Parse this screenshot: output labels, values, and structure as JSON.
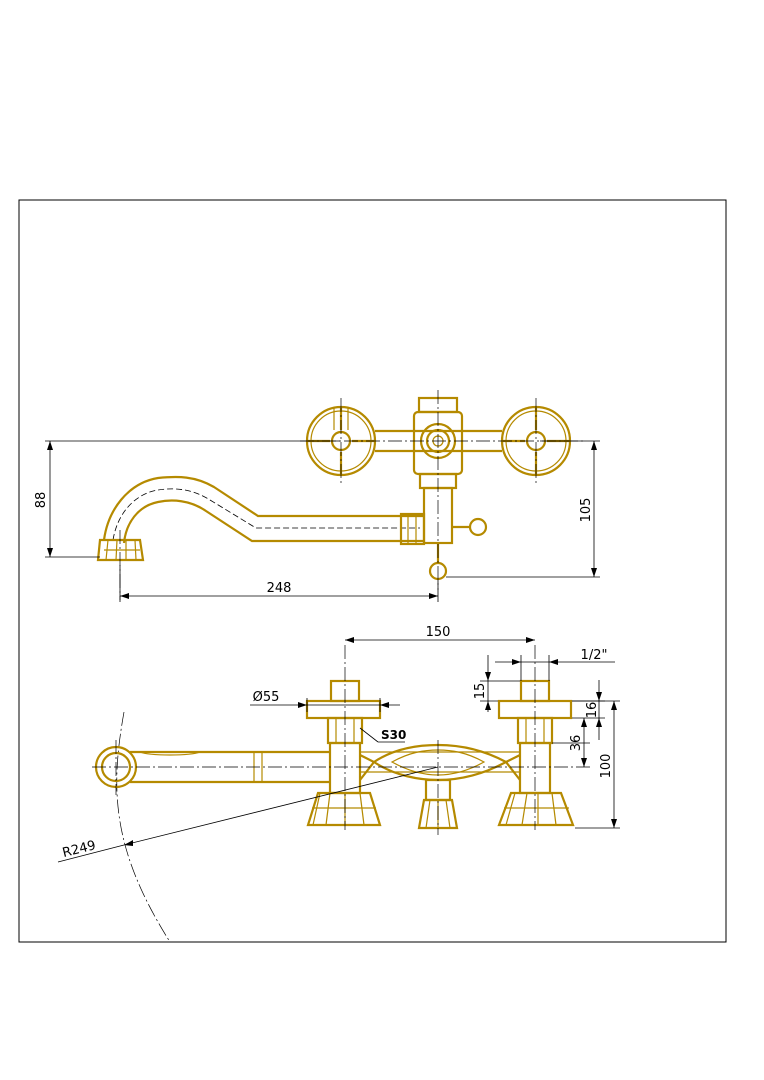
{
  "colors": {
    "part": "#b58a00",
    "line": "#000000",
    "background": "#ffffff"
  },
  "front_view": {
    "dim_height_left": "88",
    "dim_length": "248",
    "dim_height_right": "105"
  },
  "top_view": {
    "dim_centers": "150",
    "dim_thread": "1/2\"",
    "dim_diameter": "Ø55",
    "dim_wrench": "S30",
    "dim_15": "15",
    "dim_16": "16",
    "dim_36": "36",
    "dim_100": "100",
    "dim_radius": "R249"
  }
}
